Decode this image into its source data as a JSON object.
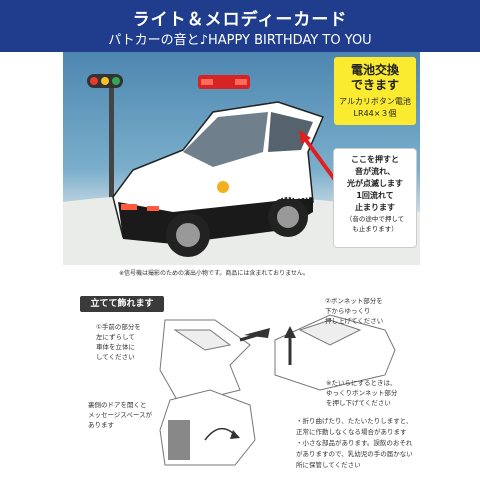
{
  "header": {
    "title": "ライト＆メロディーカード",
    "subtitle": "パトカーの音と♪HAPPY BIRTHDAY TO YOU"
  },
  "car": {
    "door_label": "HAPPY BIRTHDAY"
  },
  "battery": {
    "line1": "電池交換",
    "line2": "できます",
    "line3": "アルカリボタン電池",
    "line4": "LR44×３個"
  },
  "callout": {
    "lines": [
      "ここを押すと",
      "音が流れ、",
      "光が点滅します",
      "1回流れて",
      "止まります"
    ],
    "sub_lines": [
      "（音の途中で押して",
      "も止まります）"
    ]
  },
  "photo_caption": "※信号機は撮影のための演出小物です。商品には含まれておりません。",
  "setup": {
    "title": "立てて飾れます",
    "step1": [
      "①手前の部分を",
      "左にずらして",
      "車体を立体に",
      "してください"
    ],
    "step2": [
      "②ボンネット部分を",
      "下からゆっくり",
      "押し上げてください"
    ],
    "step3": [
      "※たいらにするときは、",
      "ゆっくりボンネット部分",
      "を押し下げてください"
    ],
    "message_note": [
      "裏側のドアを開くと",
      "メッセージスペースが",
      "あります"
    ]
  },
  "warning": {
    "lines": [
      "・折り曲げたり、たたいたりしますと、",
      "正常に作動しなくなる場合があります",
      "・小さな部品があります。誤飲のおそれ",
      "がありますので、乳幼児の手の届かない",
      "所に保管してください"
    ]
  },
  "colors": {
    "header_bg": "#1f3d8c",
    "battery_bg": "#fbeb30",
    "callout_arrow": "#e02020",
    "setup_title_bg": "#3a3a3a"
  }
}
